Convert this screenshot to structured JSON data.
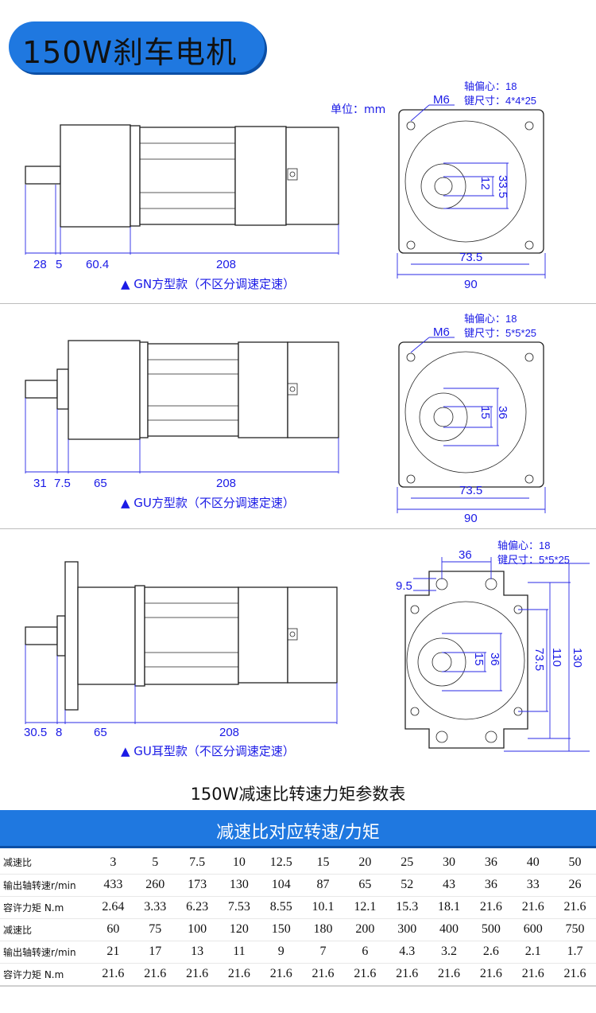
{
  "title": "150W刹车电机",
  "unit": "单位：mm",
  "sections": [
    {
      "caption": "▲ GN方型款（不区分调速定速）",
      "dims_side": [
        "28",
        "5",
        "60.4",
        "208"
      ],
      "flange": {
        "bolt": "M6",
        "eccentric": "轴偏心：18",
        "key": "键尺寸：4*4*25",
        "shaft": "12",
        "boss": "33.5",
        "pitch": "73.5",
        "width": "90"
      }
    },
    {
      "caption": "▲ GU方型款（不区分调速定速）",
      "dims_side": [
        "31",
        "7.5",
        "65",
        "208"
      ],
      "flange": {
        "bolt": "M6",
        "eccentric": "轴偏心：18",
        "key": "键尺寸：5*5*25",
        "shaft": "15",
        "boss": "36",
        "pitch": "73.5",
        "width": "90"
      }
    },
    {
      "caption": "▲ GU耳型款（不区分调速定速）",
      "dims_side": [
        "30.5",
        "8",
        "65",
        "208"
      ],
      "flange": {
        "eccentric": "轴偏心：18",
        "key": "键尺寸：5*5*25",
        "ear_pitch": "36",
        "ear_hole": "9.5",
        "shaft": "15",
        "boss": "36",
        "pitch": "73.5",
        "h1": "110",
        "h2": "130"
      }
    }
  ],
  "table": {
    "heading": "150W减速比转速力矩参数表",
    "band": "减速比对应转速/力矩",
    "rows": [
      {
        "label": "减速比",
        "values": [
          "3",
          "5",
          "7.5",
          "10",
          "12.5",
          "15",
          "20",
          "25",
          "30",
          "36",
          "40",
          "50"
        ]
      },
      {
        "label": "输出轴转速r/min",
        "values": [
          "433",
          "260",
          "173",
          "130",
          "104",
          "87",
          "65",
          "52",
          "43",
          "36",
          "33",
          "26"
        ]
      },
      {
        "label": "容许力矩 N.m",
        "values": [
          "2.64",
          "3.33",
          "6.23",
          "7.53",
          "8.55",
          "10.1",
          "12.1",
          "15.3",
          "18.1",
          "21.6",
          "21.6",
          "21.6"
        ]
      },
      {
        "label": "减速比",
        "values": [
          "60",
          "75",
          "100",
          "120",
          "150",
          "180",
          "200",
          "300",
          "400",
          "500",
          "600",
          "750"
        ]
      },
      {
        "label": "输出轴转速r/min",
        "values": [
          "21",
          "17",
          "13",
          "11",
          "9",
          "7",
          "6",
          "4.3",
          "3.2",
          "2.6",
          "2.1",
          "1.7"
        ]
      },
      {
        "label": "容许力矩 N.m",
        "values": [
          "21.6",
          "21.6",
          "21.6",
          "21.6",
          "21.6",
          "21.6",
          "21.6",
          "21.6",
          "21.6",
          "21.6",
          "21.6",
          "21.6"
        ]
      }
    ]
  }
}
